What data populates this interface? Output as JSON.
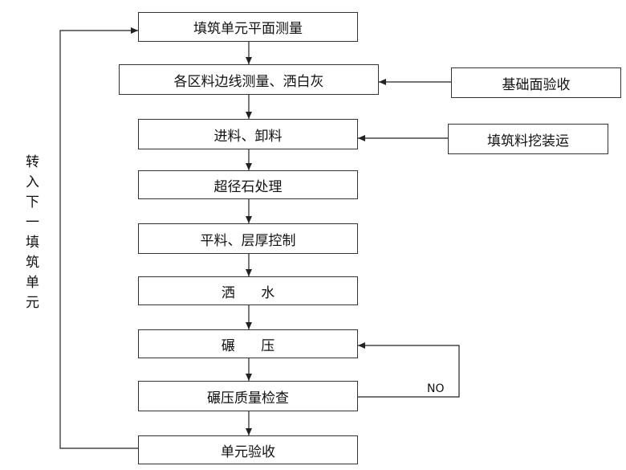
{
  "steps": [
    "填筑单元平面测量",
    "各区料边线测量、洒白灰",
    "进料、卸料",
    "超径石处理",
    "平料、层厚控制",
    "洒      水",
    "碾      压",
    "碾压质量检查",
    "单元验收"
  ],
  "inputs": [
    "基础面验收",
    "填筑料挖装运"
  ],
  "loop_label": "转入下一填筑单元",
  "fail_label": "NO"
}
